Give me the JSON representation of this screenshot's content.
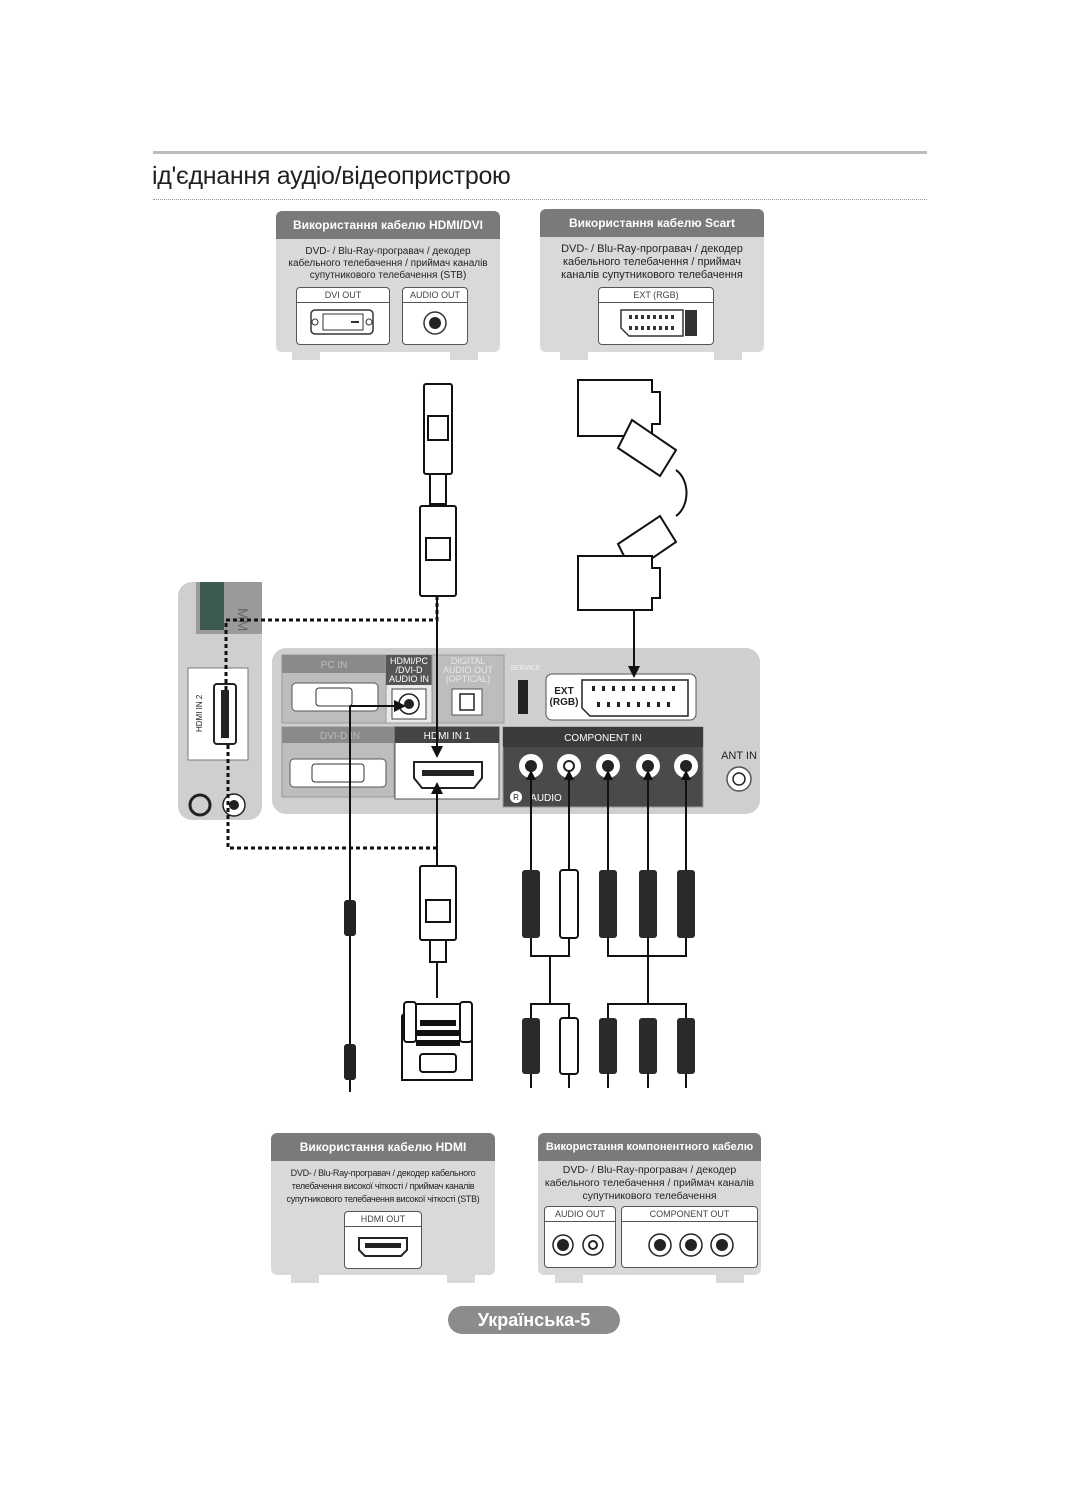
{
  "page": {
    "title": "ід'єднання аудіо/відеопристрою",
    "page_number": "Українська-5"
  },
  "boxes": {
    "hdmi_dvi": {
      "header": "Використання кабелю HDMI/DVI",
      "desc": [
        "DVD- / Blu-Ray-програвач / декодер",
        "кабельного телебачення / приймач каналів",
        "супутникового телебачення (STB)"
      ],
      "ports": [
        "DVI OUT",
        "AUDIO OUT"
      ]
    },
    "scart": {
      "header": "Використання кабелю Scart",
      "desc": [
        "DVD- / Blu-Ray-програвач / декодер",
        "кабельного телебачення / приймач",
        "каналів супутникового телебачення"
      ],
      "ports": [
        "EXT (RGB)"
      ]
    },
    "hdmi": {
      "header": "Використання кабелю HDMI",
      "desc": [
        "DVD- / Blu-Ray-програвач / декодер кабельного",
        "телебачення високої чіткості / приймач каналів",
        "супутникового телебачення високої чіткості (STB)"
      ],
      "ports": [
        "HDMI OUT"
      ]
    },
    "component": {
      "header": "Використання компонентного кабелю",
      "desc": [
        "DVD- / Blu-Ray-програвач / декодер",
        "кабельного телебачення / приймач каналів",
        "супутникового телебачення"
      ],
      "ports": [
        "AUDIO OUT",
        "COMPONENT OUT"
      ]
    }
  },
  "tv_panel": {
    "pc_in": "PC IN",
    "hdmi_pc_dvi_audio_in": [
      "HDMI/PC",
      "/DVI-D",
      "AUDIO IN"
    ],
    "digital_audio_out": [
      "DIGITAL",
      "AUDIO OUT",
      "(OPTICAL)"
    ],
    "service": "SERVICE",
    "ext_rgb": [
      "EXT",
      "(RGB)"
    ],
    "dvi_d_in": "DVI-D IN",
    "hdmi_in_1": "HDMI IN 1",
    "component_in": "COMPONENT IN",
    "audio_label": "AUDIO",
    "audio_r": "R",
    "ant_in": "ANT IN",
    "side_hdmi_in_2": "HDMI IN 2"
  },
  "colors": {
    "box_bg": "#d9d9d9",
    "box_header": "#7a7a7a",
    "panel_bg": "#cfcfcf",
    "dark_strip": "#333333"
  }
}
